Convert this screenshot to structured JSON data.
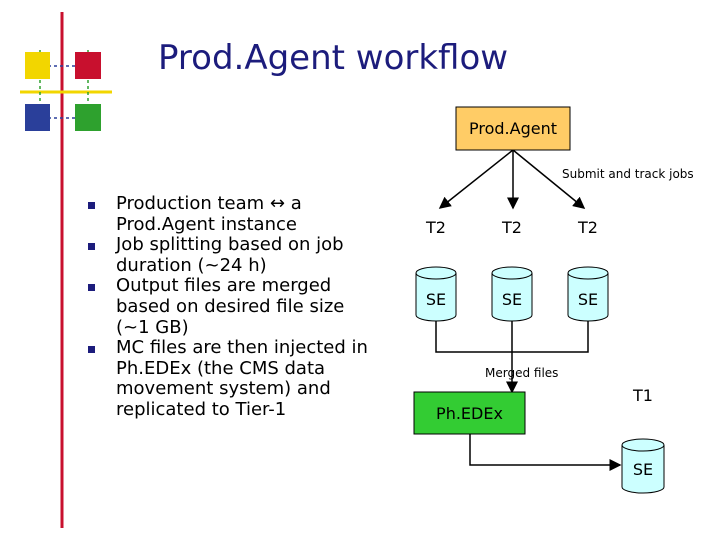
{
  "title": "Prod.Agent workflow",
  "bullets": [
    "Production team ↔ a Prod.Agent instance",
    "Job splitting based on job duration (~24 h)",
    "Output files are merged based on desired file size (~1 GB)",
    "MC files are then injected in Ph.EDEx (the CMS data movement system) and replicated to Tier-1"
  ],
  "diagram": {
    "prodagent": "Prod.Agent",
    "submit_label": "Submit and track jobs",
    "sites": [
      {
        "tier": "T2",
        "storage": "SE"
      },
      {
        "tier": "T2",
        "storage": "SE"
      },
      {
        "tier": "T2",
        "storage": "SE"
      }
    ],
    "merged_label": "Merged files",
    "phedex": "Ph.EDEx",
    "t1": {
      "tier": "T1",
      "storage": "SE"
    }
  },
  "colors": {
    "title": "#1c1c7c",
    "prodagent_fill": "#ffcc66",
    "phedex_fill": "#33cc33",
    "storage_fill": "#ccffff",
    "logo_yellow": "#f2d600",
    "logo_red": "#c8102e",
    "logo_blue": "#2a3f9a",
    "logo_green": "#2ea12e"
  }
}
